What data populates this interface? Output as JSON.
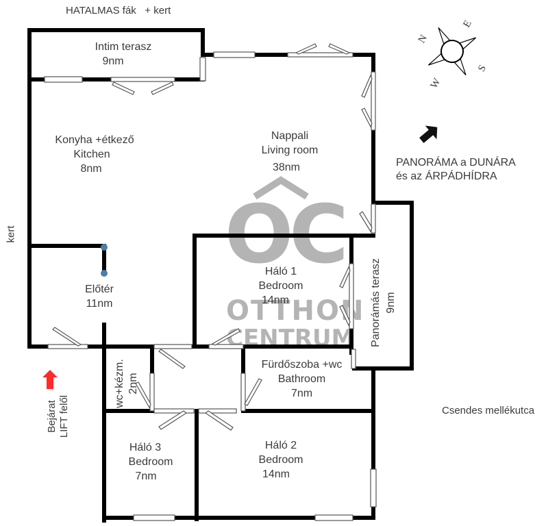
{
  "title": "Floor plan",
  "annotations": {
    "top": "HATALMAS fák   + kert",
    "left_side": "kert",
    "view_line1": "PANORÁMA a DUNÁRA",
    "view_line2": "és az ÁRPÁDHÍDRA",
    "street": "Csendes mellékutca",
    "entrance_line1": "Bejárat",
    "entrance_line2": "LIFT felől"
  },
  "compass": {
    "n": "N",
    "e": "E",
    "s": "S",
    "w": "W"
  },
  "colors": {
    "wall": "#000000",
    "entrance_arrow": "#ff2a2a",
    "watermark": "#a8a8a8",
    "partition_dot": "#4a7fa8"
  },
  "watermark": {
    "logo": "OC",
    "line1": "OTTHON",
    "line2": "CENTRUM"
  },
  "rooms": [
    {
      "id": "intim-terasz",
      "name": "Intim terasz",
      "area": "9nm"
    },
    {
      "id": "konyha",
      "name": "Konyha +étkező",
      "name_en": "Kitchen",
      "area": "8nm"
    },
    {
      "id": "nappali",
      "name": "Nappali",
      "name_en": "Living room",
      "area": "38nm"
    },
    {
      "id": "eloter",
      "name": "Előtér",
      "area": "11nm"
    },
    {
      "id": "halo1",
      "name": "Háló 1",
      "name_en": "Bedroom",
      "area": "14nm"
    },
    {
      "id": "panoramas-terasz",
      "name": "Panorámás terasz",
      "area": "9nm"
    },
    {
      "id": "wc",
      "name": "wc+kézm.",
      "area": "2nm"
    },
    {
      "id": "furdoszoba",
      "name": "Fürdőszoba +wc",
      "name_en": "Bathroom",
      "area": "7nm"
    },
    {
      "id": "halo3",
      "name": "Háló 3",
      "name_en": "Bedroom",
      "area": "7nm"
    },
    {
      "id": "halo2",
      "name": "Háló 2",
      "name_en": "Bedroom",
      "area": "14nm"
    }
  ]
}
